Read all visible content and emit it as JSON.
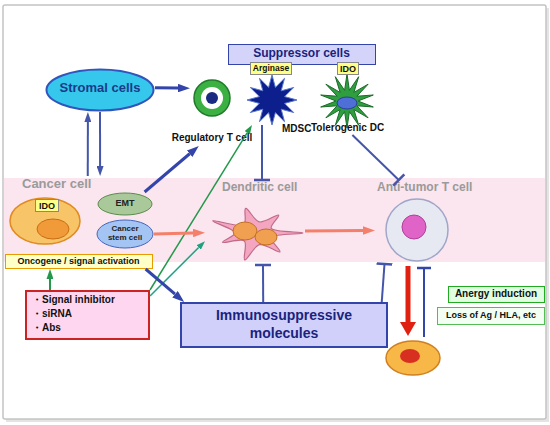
{
  "diagram": {
    "nodes": [
      {
        "text": [
          "Suppressor cells"
        ]
      },
      {
        "text": [
          "Stromal cells"
        ]
      },
      {
        "text": [
          "Regulatory T cell"
        ]
      },
      {
        "text": [
          "MDSC"
        ]
      },
      {
        "text": [
          "Arginase"
        ],
        "in": 3
      },
      {
        "text": [
          "Tolerogenic DC"
        ]
      },
      {
        "text": [
          "IDO"
        ],
        "in": 5
      },
      {
        "text": [
          "Cancer cell"
        ]
      },
      {
        "text": [
          "IDO"
        ],
        "in": 7
      },
      {
        "text": [
          "EMT"
        ]
      },
      {
        "text": [
          "Cancer stem cell"
        ]
      },
      {
        "text": [
          "Oncogene / signal activation"
        ]
      },
      {
        "text": [
          "Dendritic cell"
        ]
      },
      {
        "text": [
          "Anti-tumor T cell"
        ]
      },
      {
        "text": [
          "・Signal inhibitor",
          "・siRNA",
          "・Abs"
        ]
      },
      {
        "text": [
          "Immunosuppressive molecules"
        ]
      },
      {
        "text": [
          "Anergy induction"
        ]
      },
      {
        "text": [
          "Loss of Ag / HLA, etc"
        ]
      }
    ],
    "edges": [
      {
        "from": 1,
        "to": 2,
        "arrow": "to"
      },
      {
        "from": 7,
        "to": 1,
        "arrow": "to"
      },
      {
        "from": 1,
        "to": 7,
        "arrow": "to"
      },
      {
        "from": 9,
        "to": 2,
        "arrow": "to"
      },
      {
        "from": 14,
        "to": 11,
        "arrow": "to"
      },
      {
        "from": 14,
        "to": 3,
        "arrow": "to"
      },
      {
        "from": 14,
        "to": 12,
        "arrow": "to"
      },
      {
        "from": 11,
        "to": 15,
        "arrow": "to"
      },
      {
        "from": 10,
        "to": 12,
        "arrow": "to"
      },
      {
        "from": 12,
        "to": 13,
        "arrow": "to"
      },
      {
        "from": 3,
        "to": 12,
        "arrow": "to"
      },
      {
        "from": 5,
        "to": 13,
        "arrow": "to"
      },
      {
        "from": 15,
        "to": 12,
        "arrow": "to"
      },
      {
        "from": 15,
        "to": 13,
        "arrow": "to"
      }
    ]
  }
}
